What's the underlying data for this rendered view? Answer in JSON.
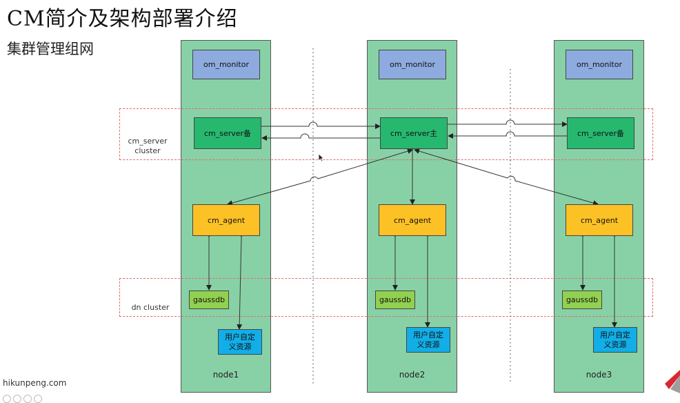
{
  "title": "CM简介及架构部署介绍",
  "subtitle": "集群管理组网",
  "footer": "hikunpeng.com",
  "clusters": {
    "cm_server": {
      "label_line1": "cm_server",
      "label_line2": "cluster"
    },
    "dn": {
      "label": "dn cluster"
    }
  },
  "nodes": [
    {
      "name": "node1",
      "monitor": "om_monitor",
      "server": "cm_server备",
      "agent": "cm_agent",
      "db": "gaussdb",
      "custom_line1": "用户自定",
      "custom_line2": "义资源"
    },
    {
      "name": "node2",
      "monitor": "om_monitor",
      "server": "cm_server主",
      "agent": "cm_agent",
      "db": "gaussdb",
      "custom_line1": "用户自定",
      "custom_line2": "义资源"
    },
    {
      "name": "node3",
      "monitor": "om_monitor",
      "server": "cm_server备",
      "agent": "cm_agent",
      "db": "gaussdb",
      "custom_line1": "用户自定",
      "custom_line2": "义资源"
    }
  ],
  "colors": {
    "node_bg": "#88d1a6",
    "monitor": "#8eabdf",
    "server": "#26b86f",
    "agent": "#fcc125",
    "gaussdb": "#92d050",
    "custom": "#12aee8",
    "cluster_border": "#e26b6b"
  }
}
